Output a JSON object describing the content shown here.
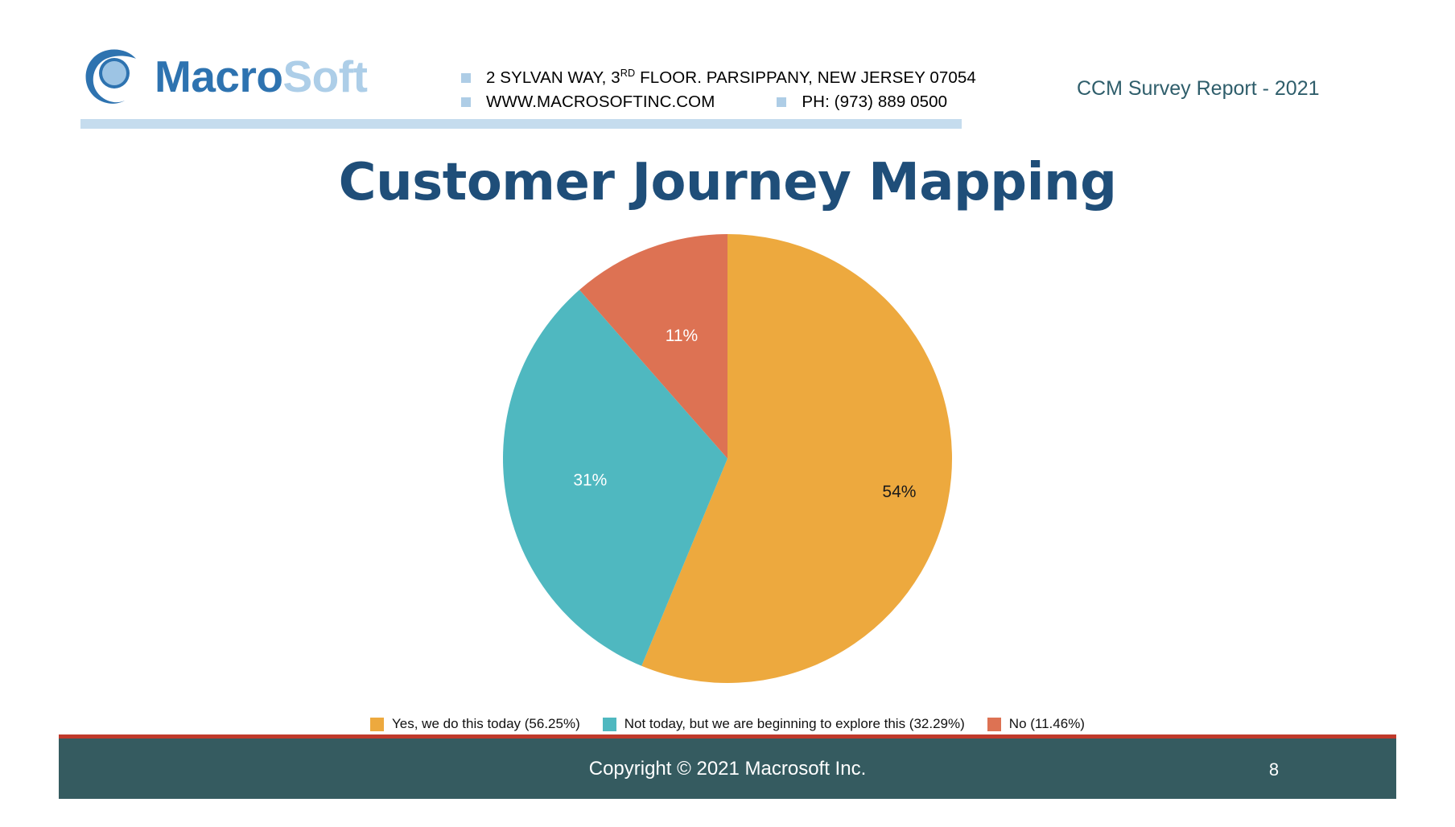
{
  "brand": {
    "logo_primary": "Macro",
    "logo_secondary": "Soft",
    "logo_icon": "swirl-circle-logo",
    "primary_color": "#2E73B0",
    "secondary_color": "#ADCEE8"
  },
  "header": {
    "address": "2 SYLVAN WAY, 3",
    "address_sup": "RD",
    "address_rest": " FLOOR. PARSIPPANY, NEW JERSEY 07054",
    "website": "WWW.MACROSOFTINC.COM",
    "phone": "PH: (973) 889 0500",
    "report_tag": "CCM Survey Report - 2021",
    "rule_color": "#C5DCEE"
  },
  "slide": {
    "title": "Customer Journey Mapping",
    "title_color": "#1F4E79"
  },
  "chart_data": {
    "type": "pie",
    "title": "Customer Journey Mapping",
    "xlabel": "",
    "ylabel": "",
    "legend_position": "bottom",
    "grid": false,
    "start_angle_deg": 0,
    "direction": "clockwise",
    "categories": [
      "Yes, we do this today",
      "Not today, but we are beginning to explore this",
      "No"
    ],
    "values": [
      56.25,
      32.29,
      11.46
    ],
    "data_labels": [
      "54%",
      "31%",
      "11%"
    ],
    "data_label_colors": [
      "#1A1A1A",
      "#FFFFFF",
      "#FFFFFF"
    ],
    "colors": [
      "#EDA93E",
      "#4FB8C0",
      "#DD7253"
    ],
    "legend_entries": [
      "Yes, we do this today (56.25%)",
      "Not today, but we are beginning to explore this (32.29%)",
      "No (11.46%)"
    ]
  },
  "footer": {
    "copyright": "Copyright © 2021 Macrosoft Inc.",
    "page_number": "8",
    "bar_color": "#355B60",
    "accent_color": "#C0392B"
  }
}
